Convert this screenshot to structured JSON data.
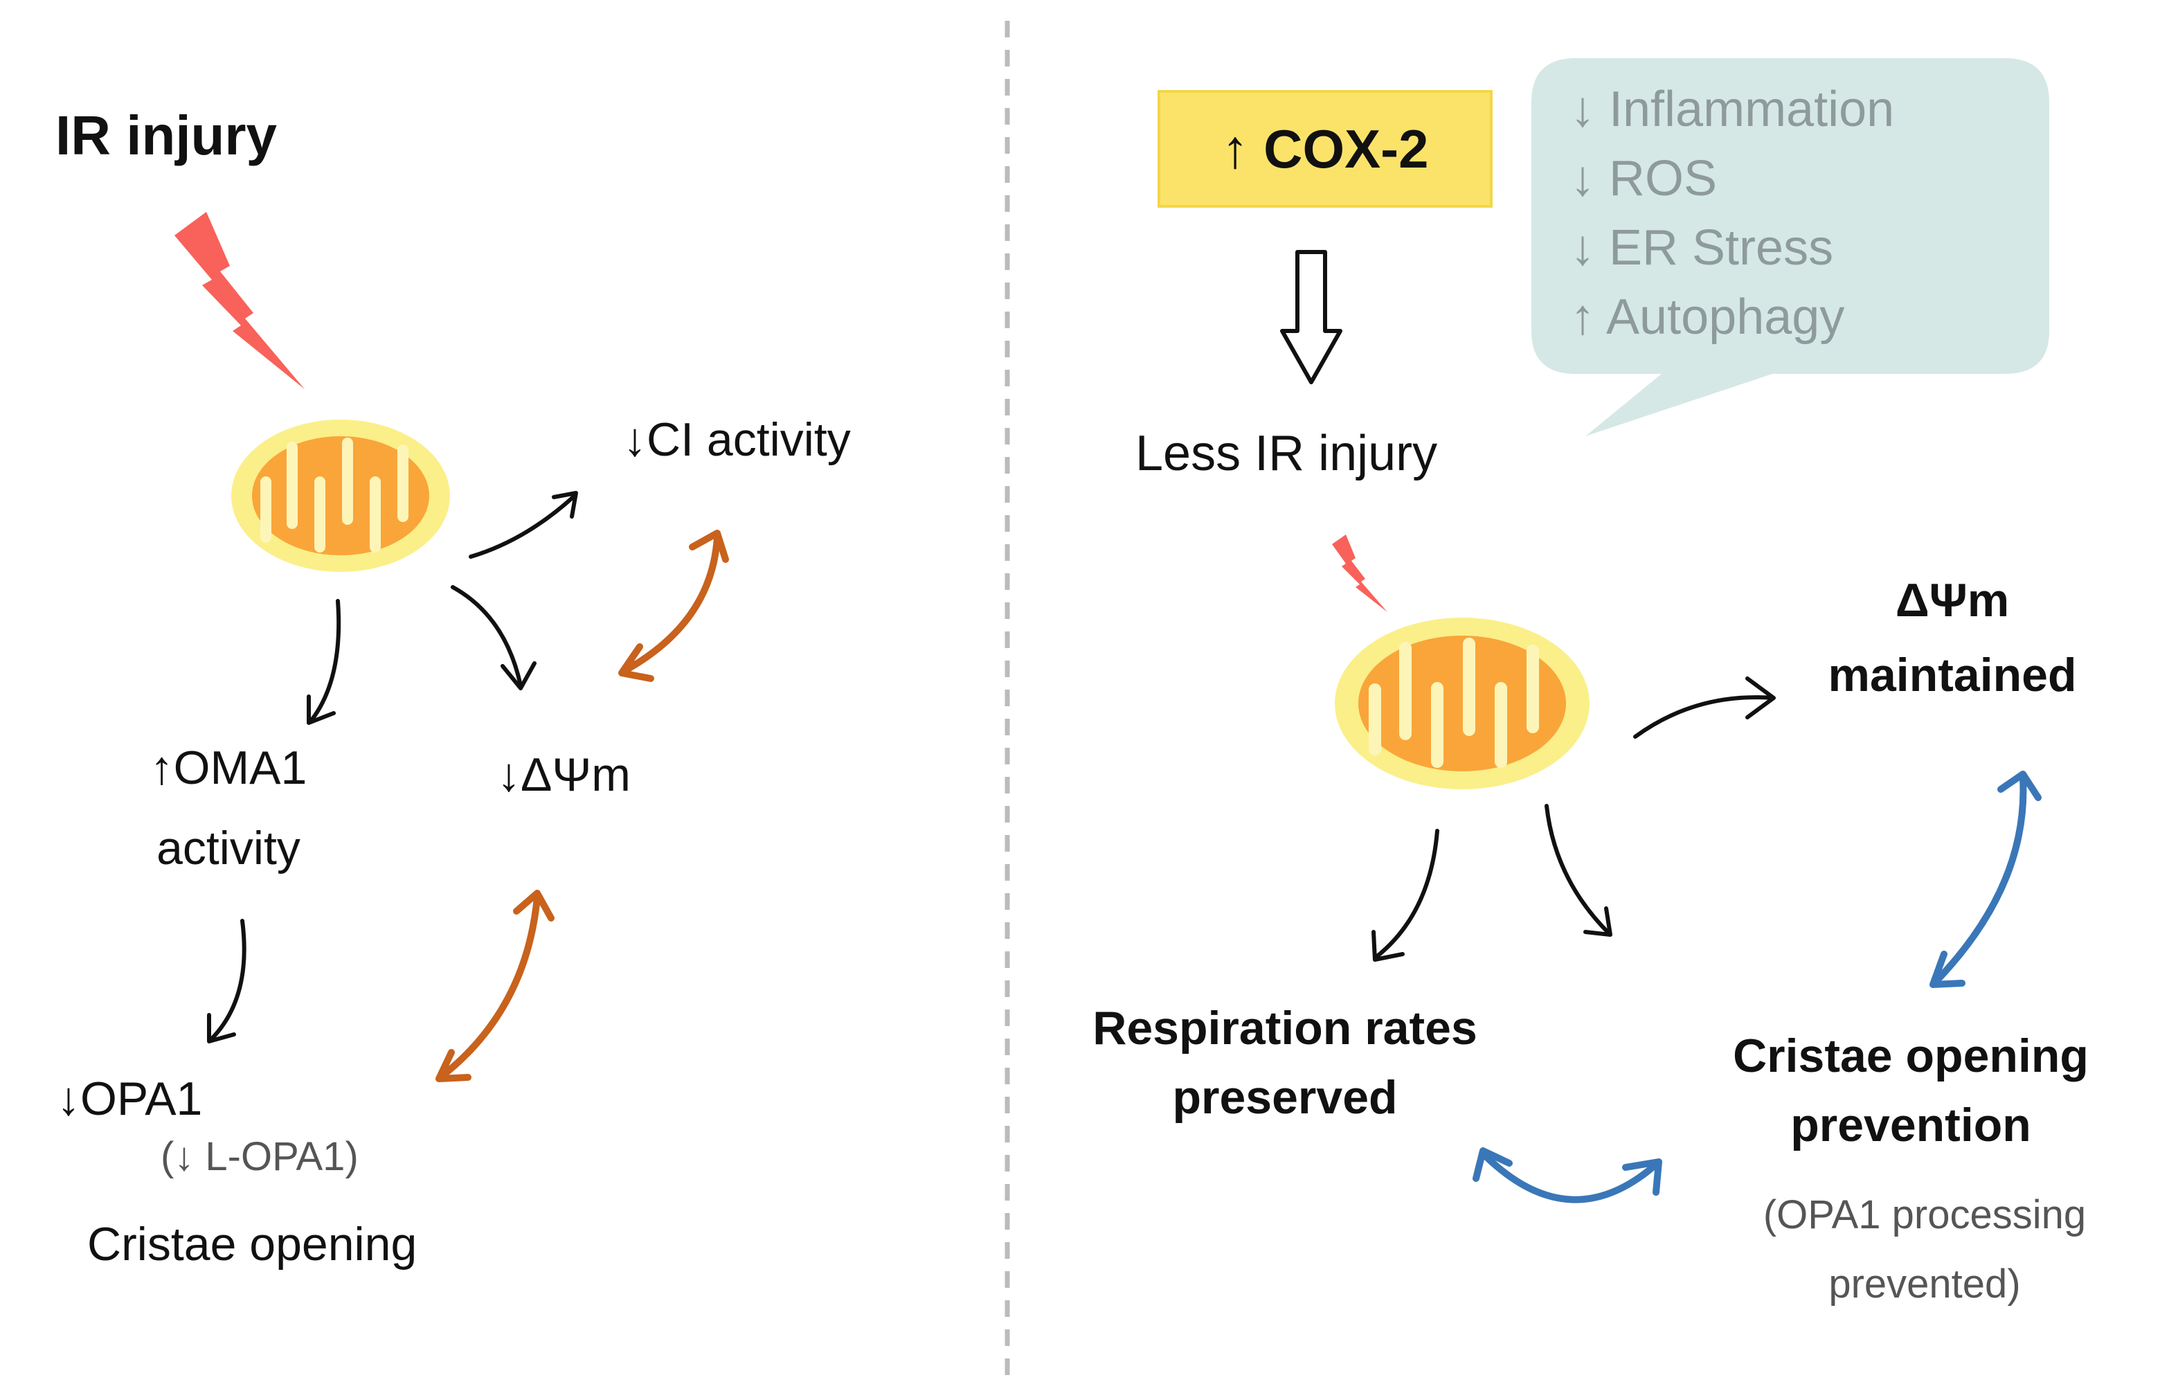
{
  "left_panel": {
    "title": "IR injury",
    "ci_activity": "↓CI activity",
    "delta_psi": "↓ΔΨm",
    "oma1_line1": "↑OMA1",
    "oma1_line2": "activity",
    "opa1": "↓OPA1",
    "l_opa1": "(↓ L-OPA1)",
    "cristae": "Cristae opening"
  },
  "right_panel": {
    "cox2": "↑ COX-2",
    "less_injury": "Less IR injury",
    "effects": [
      "↓ Inflammation",
      "↓ ROS",
      "↓ ER Stress",
      "↑ Autophagy"
    ],
    "delta_psi_line1": "ΔΨm",
    "delta_psi_line2": "maintained",
    "respiration_line1": "Respiration rates",
    "respiration_line2": "preserved",
    "cristae_line1": "Cristae opening",
    "cristae_line2": "prevention",
    "opa1_line1": "(OPA1 processing",
    "opa1_line2": "prevented)"
  },
  "colors": {
    "lightning": "#f8625a",
    "mito_outer": "#fbef8a",
    "mito_inner": "#f9a53a",
    "mito_cristae": "#fdf5b8",
    "arrow_black": "#111111",
    "arrow_orange": "#c8621c",
    "arrow_blue": "#3a77b8",
    "cox2_box": "#fbe36a",
    "bubble": "#d5e8e6",
    "divider": "#bbbbbb"
  }
}
